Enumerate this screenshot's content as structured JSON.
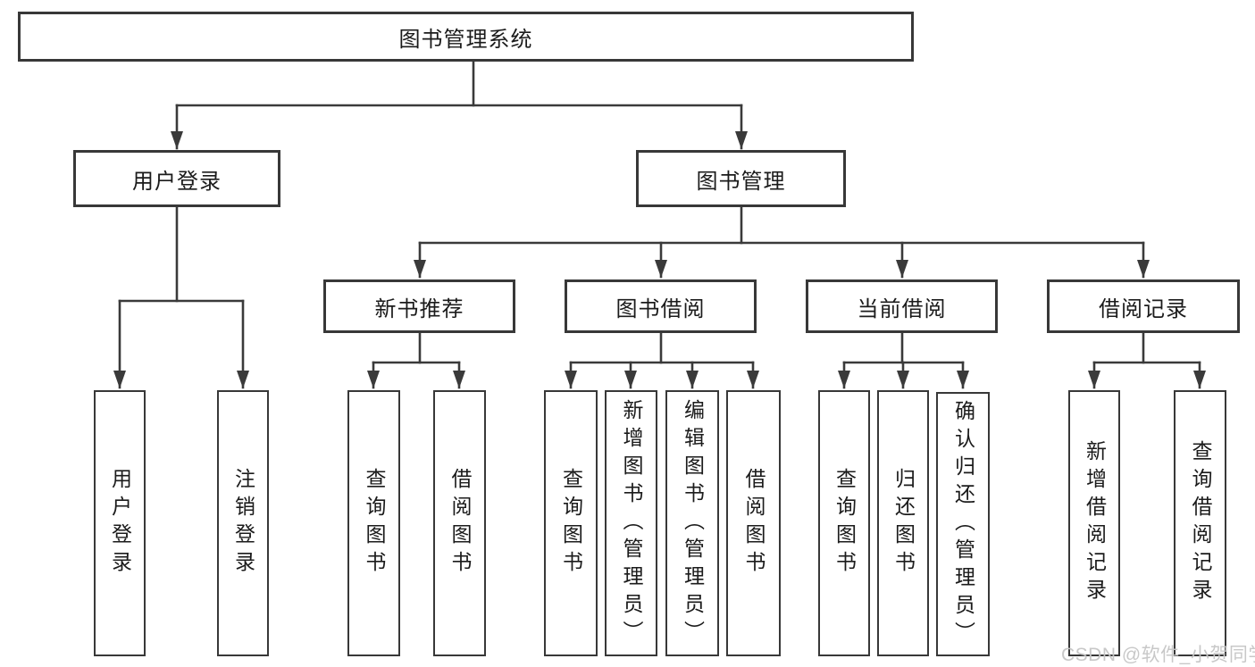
{
  "diagram_type": "hierarchy-flowchart",
  "colors": {
    "line": "#3a3a3a",
    "box_border": "#383838",
    "box_fill": "#ffffff",
    "text": "#1b1b1b",
    "watermark": "#c5c5c5",
    "background": "#ffffff"
  },
  "watermark": {
    "text": "CSDN @软件_小贺同学"
  },
  "tree": {
    "label": "图书管理系统",
    "children": [
      {
        "label": "用户登录",
        "children": [
          {
            "label": "用户登录"
          },
          {
            "label": "注销登录"
          }
        ]
      },
      {
        "label": "图书管理",
        "children": [
          {
            "label": "新书推荐",
            "children": [
              {
                "label": "查询图书"
              },
              {
                "label": "借阅图书"
              }
            ]
          },
          {
            "label": "图书借阅",
            "children": [
              {
                "label": "查询图书"
              },
              {
                "label": "新增图书（管理员）"
              },
              {
                "label": "编辑图书（管理员）"
              },
              {
                "label": "借阅图书"
              }
            ]
          },
          {
            "label": "当前借阅",
            "children": [
              {
                "label": "查询图书"
              },
              {
                "label": "归还图书"
              },
              {
                "label": "确认归还（管理员）"
              }
            ]
          },
          {
            "label": "借阅记录",
            "children": [
              {
                "label": "新增借阅记录"
              },
              {
                "label": "查询借阅记录"
              }
            ]
          }
        ]
      }
    ]
  }
}
